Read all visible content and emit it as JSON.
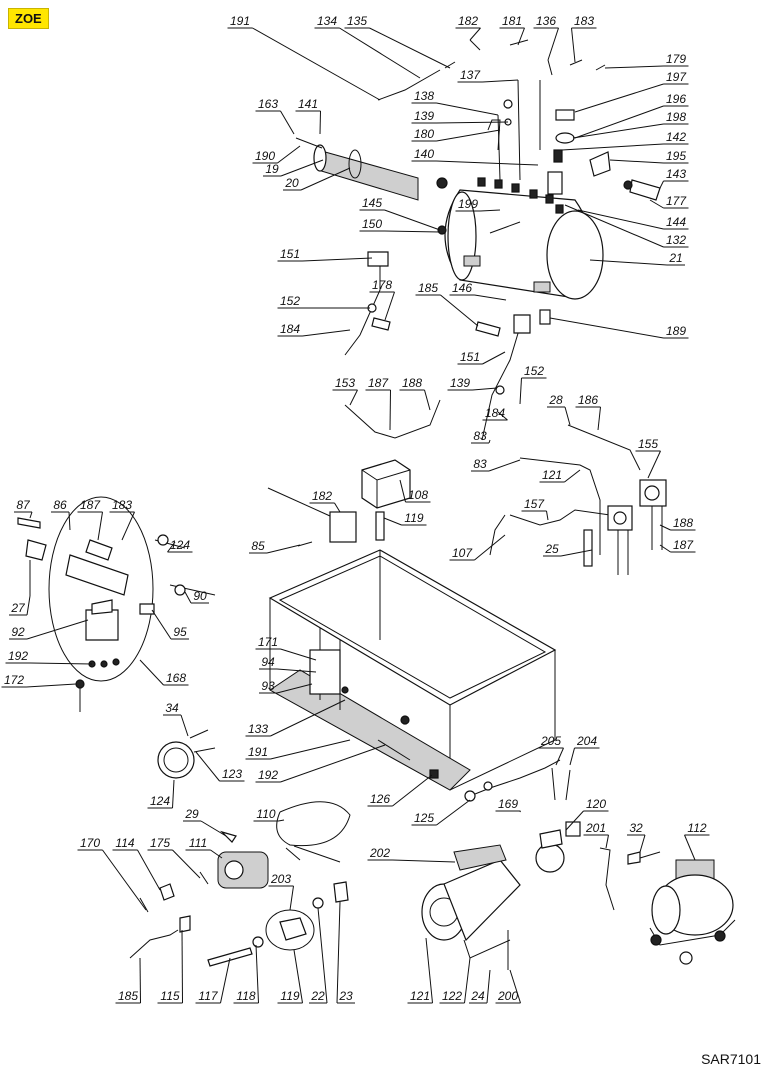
{
  "header": {
    "model_tag": "ZOE"
  },
  "footer": {
    "drawing_code": "SAR7101"
  },
  "callouts": [
    "191",
    "134",
    "135",
    "182",
    "181",
    "136",
    "183",
    "179",
    "197",
    "196",
    "198",
    "142",
    "195",
    "143",
    "177",
    "144",
    "132",
    "21",
    "137",
    "138",
    "139",
    "180",
    "140",
    "163",
    "141",
    "190",
    "19",
    "20",
    "199",
    "145",
    "150",
    "151",
    "152",
    "184",
    "178",
    "185",
    "146",
    "189",
    "153",
    "187",
    "188",
    "151",
    "139",
    "152",
    "184",
    "83",
    "28",
    "186",
    "155",
    "83",
    "121",
    "157",
    "188",
    "187",
    "107",
    "25",
    "182",
    "108",
    "119",
    "85",
    "87",
    "86",
    "187",
    "183",
    "124",
    "90",
    "27",
    "95",
    "92",
    "192",
    "168",
    "172",
    "171",
    "94",
    "93",
    "133",
    "191",
    "192",
    "34",
    "123",
    "124",
    "205",
    "204",
    "126",
    "125",
    "169",
    "120",
    "29",
    "110",
    "111",
    "170",
    "114",
    "175",
    "203",
    "202",
    "201",
    "32",
    "112",
    "185",
    "115",
    "117",
    "118",
    "119",
    "22",
    "23",
    "121",
    "122",
    "24",
    "200"
  ]
}
